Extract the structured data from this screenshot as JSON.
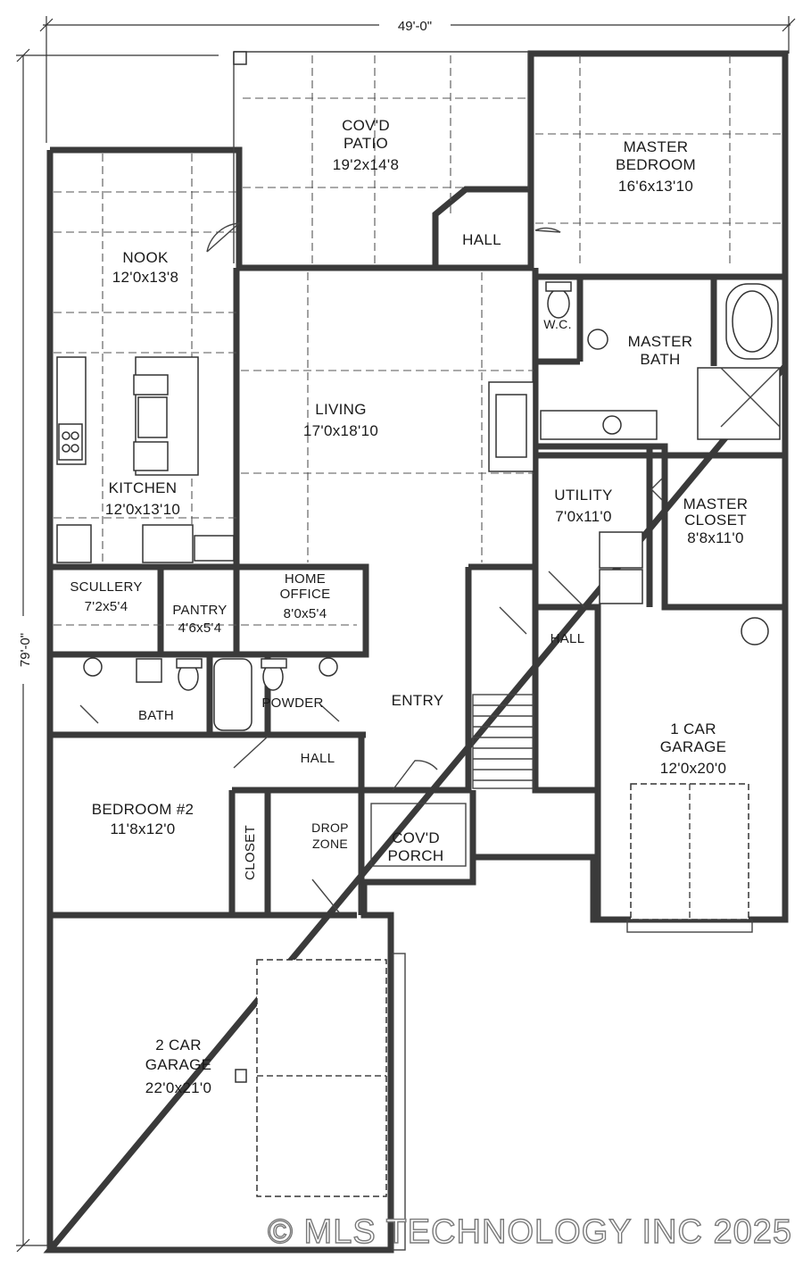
{
  "dimensions": {
    "width_label": "49'-0\"",
    "depth_label": "79'-0\""
  },
  "rooms": {
    "patio": {
      "name1": "COV'D",
      "name2": "PATIO",
      "size": "19'2x14'8"
    },
    "master_bedroom": {
      "name1": "MASTER",
      "name2": "BEDROOM",
      "size": "16'6x13'10"
    },
    "hall_top": {
      "name": "HALL"
    },
    "nook": {
      "name": "NOOK",
      "size": "12'0x13'8"
    },
    "wc": {
      "name": "W.C."
    },
    "master_bath": {
      "name1": "MASTER",
      "name2": "BATH"
    },
    "living": {
      "name": "LIVING",
      "size": "17'0x18'10"
    },
    "kitchen": {
      "name": "KITCHEN",
      "size": "12'0x13'10"
    },
    "utility": {
      "name": "UTILITY",
      "size": "7'0x11'0"
    },
    "master_closet": {
      "name1": "MASTER",
      "name2": "CLOSET",
      "size": "8'8x11'0"
    },
    "scullery": {
      "name": "SCULLERY",
      "size": "7'2x5'4"
    },
    "pantry": {
      "name": "PANTRY",
      "size": "4'6x5'4"
    },
    "home_office": {
      "name1": "HOME",
      "name2": "OFFICE",
      "size": "8'0x5'4"
    },
    "hall_mid": {
      "name": "HALL"
    },
    "bath": {
      "name": "BATH"
    },
    "powder": {
      "name": "POWDER"
    },
    "entry": {
      "name": "ENTRY"
    },
    "garage1": {
      "name1": "1 CAR",
      "name2": "GARAGE",
      "size": "12'0x20'0"
    },
    "hall_low": {
      "name": "HALL"
    },
    "bedroom2": {
      "name": "BEDROOM #2",
      "size": "11'8x12'0"
    },
    "closet": {
      "name": "CLOSET"
    },
    "drop_zone": {
      "name1": "DROP",
      "name2": "ZONE"
    },
    "porch": {
      "name1": "COV'D",
      "name2": "PORCH"
    },
    "garage2": {
      "name1": "2 CAR",
      "name2": "GARAGE",
      "size": "22'0x21'0"
    }
  },
  "watermark": "© MLS TECHNOLOGY INC 2025"
}
